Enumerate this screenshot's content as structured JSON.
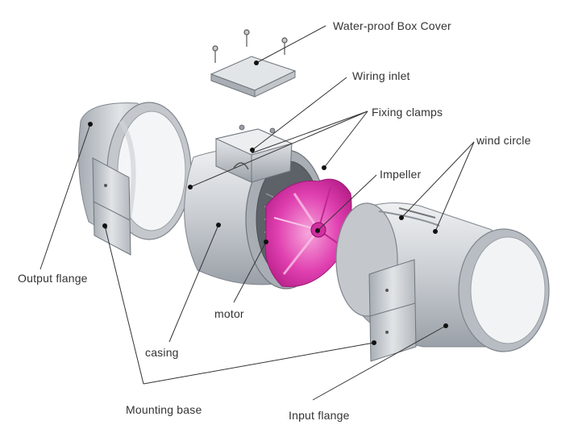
{
  "labels": {
    "box_cover": "Water-proof  Box Cover",
    "wiring_inlet": "Wiring inlet",
    "fixing_clamps": "Fixing clamps",
    "wind_circle": "wind circle",
    "impeller": "Impeller",
    "output_flange": "Output flange",
    "motor": "motor",
    "casing": "casing",
    "mounting_base": "Mounting base",
    "input_flange": "Input flange"
  },
  "colors": {
    "metal_light": "#dcdfe3",
    "metal_mid": "#b8bdc3",
    "metal_dark": "#8e949b",
    "impeller": "#e040b0",
    "leader": "#333333"
  }
}
